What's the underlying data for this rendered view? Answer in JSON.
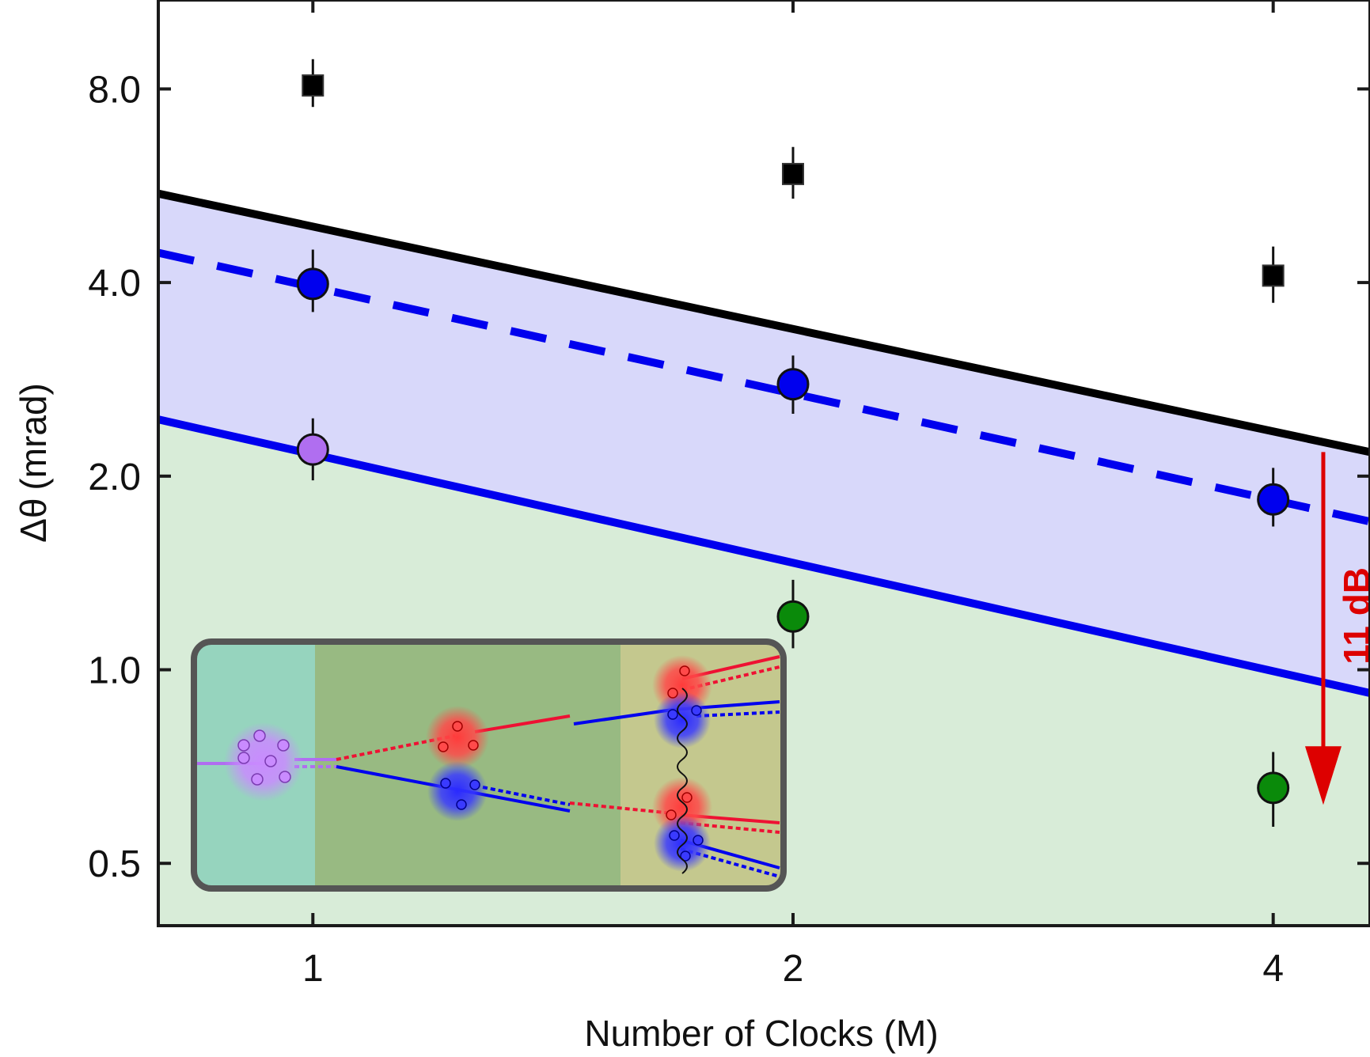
{
  "chart_data": {
    "type": "scatter",
    "x_scale": "log",
    "y_scale": "log",
    "xlim": [
      0.8,
      4.6
    ],
    "ylim": [
      0.4,
      11.0
    ],
    "xlabel": "Number of Clocks (M)",
    "ylabel_main": "Δθ",
    "ylabel_unit": "(mrad)",
    "x_ticks": [
      1,
      2,
      4
    ],
    "x_tick_labels": [
      "1",
      "2",
      "4"
    ],
    "y_ticks": [
      0.5,
      1.0,
      2.0,
      4.0,
      8.0
    ],
    "y_tick_labels": [
      "0.5",
      "1.0",
      "2.0",
      "4.0",
      "8.0"
    ],
    "grid": false,
    "colors": {
      "black": "#000000",
      "blue": "#0000ee",
      "purple": "#b06ef0",
      "green": "#0a8a0a",
      "red": "#dd0000",
      "band_blue": "#d8d8fa",
      "band_green": "#d8ecd8"
    },
    "series": [
      {
        "marker": "square",
        "color": "#000000",
        "x": [
          1,
          2,
          4
        ],
        "y": [
          8.1,
          5.9,
          4.1
        ],
        "err": [
          [
            7.5,
            8.9
          ],
          [
            5.4,
            6.5
          ],
          [
            3.72,
            4.55
          ]
        ]
      },
      {
        "marker": "circle",
        "color": "#0000ee",
        "x": [
          1,
          2,
          4
        ],
        "y": [
          3.98,
          2.78,
          1.84
        ],
        "err": [
          [
            3.6,
            4.5
          ],
          [
            2.5,
            3.08
          ],
          [
            1.67,
            2.06
          ]
        ]
      },
      {
        "marker": "circle",
        "color": "#b06ef0",
        "x": [
          1
        ],
        "y": [
          2.2
        ],
        "err": [
          [
            1.97,
            2.46
          ]
        ]
      },
      {
        "marker": "circle",
        "color": "#0a8a0a",
        "x": [
          2,
          4
        ],
        "y": [
          1.21,
          0.655
        ],
        "err": [
          [
            1.08,
            1.38
          ],
          [
            0.57,
            0.745
          ]
        ]
      }
    ],
    "lines": [
      {
        "style": "solid",
        "color": "#000000",
        "x": [
          0.8,
          4.6
        ],
        "y": [
          5.5,
          2.18
        ]
      },
      {
        "style": "dashed",
        "color": "#0000ee",
        "x": [
          0.8,
          4.6
        ],
        "y": [
          4.45,
          1.7
        ]
      },
      {
        "style": "solid",
        "color": "#0000ee",
        "x": [
          0.8,
          4.6
        ],
        "y": [
          2.45,
          0.92
        ]
      }
    ],
    "annotation": {
      "text": "11 dB",
      "color": "#dd0000",
      "x": 4.3,
      "y_from": 2.18,
      "y_to": 0.62
    }
  }
}
